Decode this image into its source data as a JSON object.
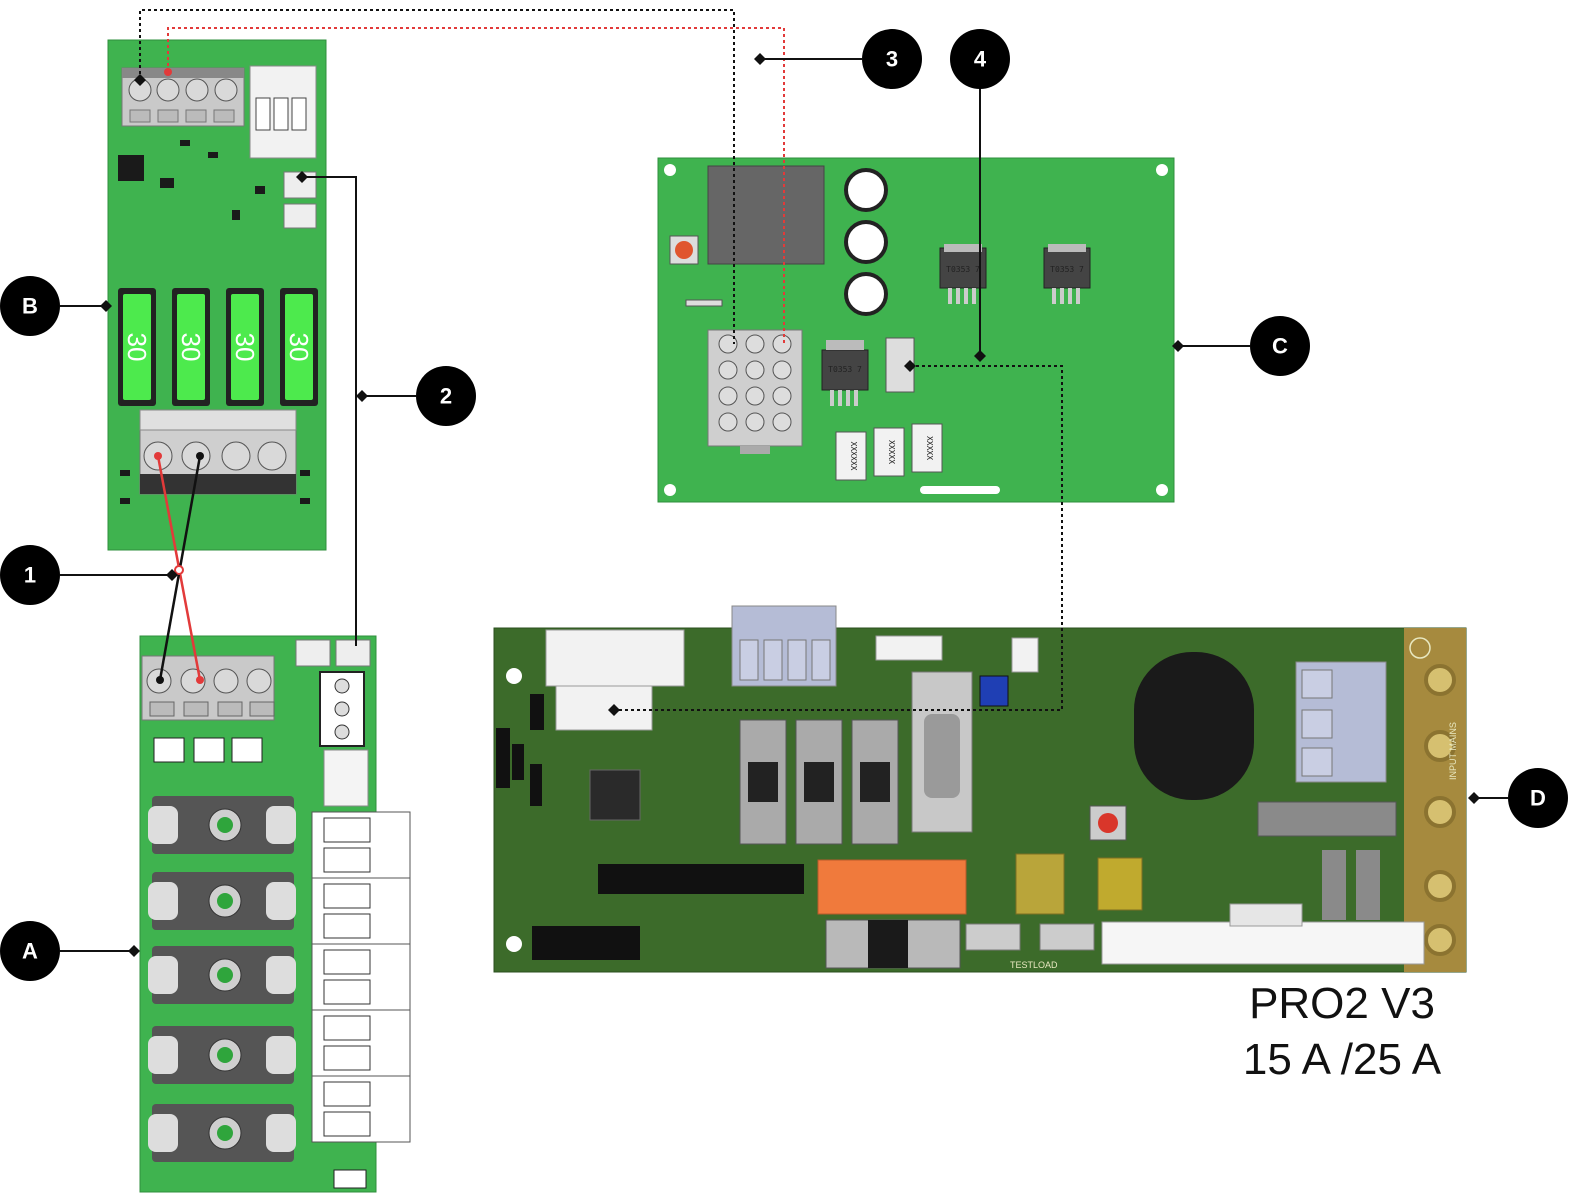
{
  "callouts": {
    "one": "1",
    "two": "2",
    "three": "3",
    "four": "4",
    "a": "A",
    "b": "B",
    "c": "C",
    "d": "D"
  },
  "board_b": {
    "fuse_labels": [
      "30",
      "30",
      "30",
      "30"
    ]
  },
  "board_c": {
    "regulator_labels": [
      "T0353 7",
      "T0353 7",
      "T0353 7"
    ],
    "resistor_labels": [
      "XXXXXX",
      "XXXXX",
      "XXXXX"
    ]
  },
  "board_d": {
    "title_line1": "PRO2 V3",
    "title_line2": "15 A /25 A",
    "input_label": "INPUT MAINS",
    "test_label": "TESTLOAD"
  },
  "colors": {
    "pcb_green": "#3fb34f",
    "pcb_dark": "#3c6b2a",
    "wire_red": "#e23a3a",
    "wire_black": "#111111",
    "fuse_green": "#4dea4d",
    "callout_bg": "#000000"
  },
  "icons": {
    "callout_marker": "diamond-marker",
    "connector": "screw-terminal-icon"
  }
}
